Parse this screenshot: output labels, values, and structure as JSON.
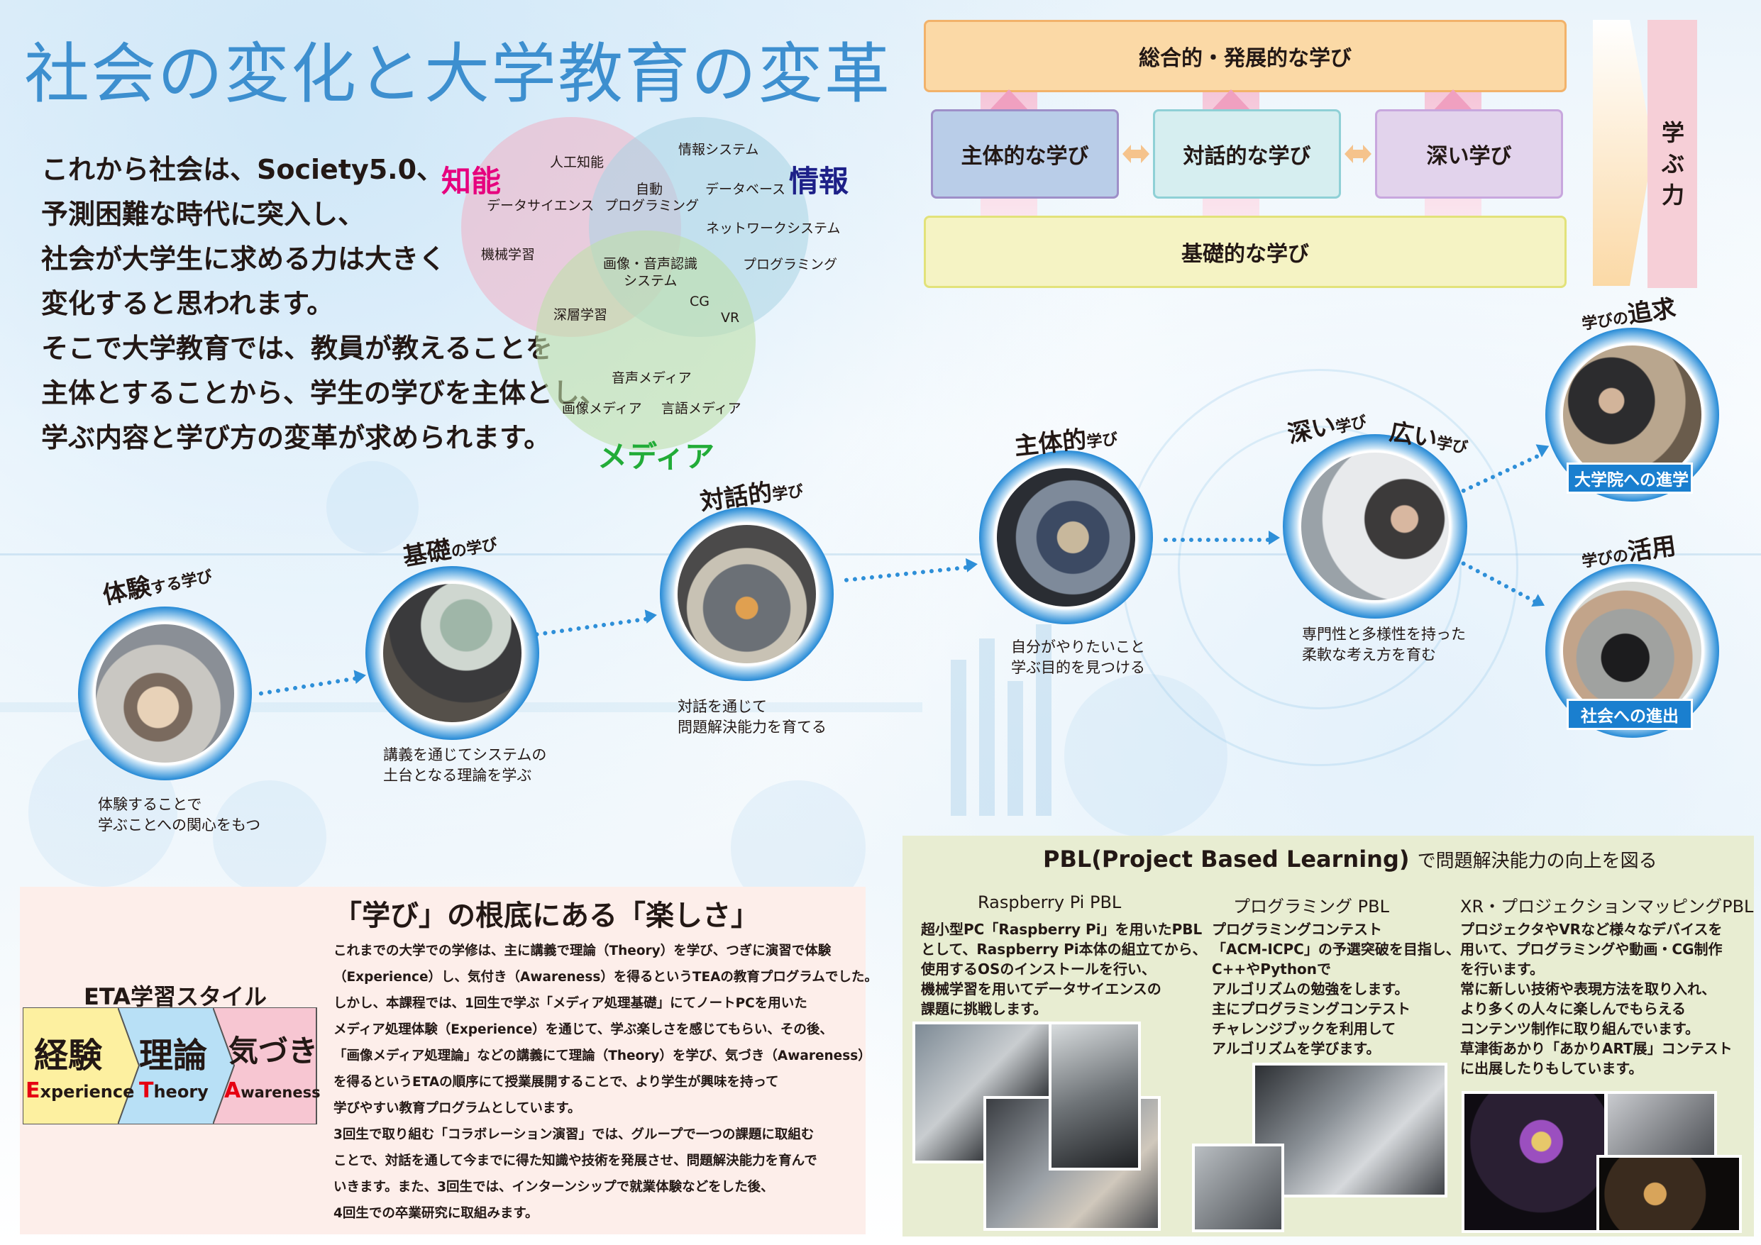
{
  "title": "社会の変化と大学教育の変革",
  "intro": [
    "これから社会は、Society5.0、",
    "予測困難な時代に突入し、",
    "社会が大学生に求める力は大きく",
    "変化すると思われます。",
    "そこで大学教育では、教員が教えることを",
    "主体とすることから、学生の学びを主体とし、",
    "学ぶ内容と学び方の変革が求められます。"
  ],
  "venn": {
    "titles": {
      "chino": "知能",
      "joho": "情報",
      "media": "メディア"
    },
    "items": {
      "jinko": "人工知能",
      "datasci": "データサイエンス",
      "kikai": "機械学習",
      "johosys": "情報システム",
      "db": "データベース",
      "network": "ネットワークシステム",
      "prog": "プログラミング",
      "auto1": "自動",
      "auto2": "プログラミング",
      "img1": "画像・音声認識",
      "img2": "システム",
      "shinso": "深層学習",
      "cg": "CG",
      "vr": "VR",
      "onsei": "音声メディア",
      "gazo": "画像メディア",
      "gengo": "言語メディア"
    },
    "colors": {
      "chino": "#e6007e",
      "joho": "#1d2088",
      "media": "#22ac38"
    }
  },
  "pyramid": {
    "top": "総合的・発展的な学び",
    "mid": [
      "主体的な学び",
      "対話的な学び",
      "深い学び"
    ],
    "bottom": "基礎的な学び",
    "side": [
      "学",
      "ぶ",
      "力"
    ]
  },
  "steps": {
    "s1": {
      "title_big": "体験",
      "title_small": "する学び",
      "desc": [
        "体験することで",
        "学ぶことへの関心をもつ"
      ]
    },
    "s2": {
      "title_big": "基礎",
      "title_small": "の学び",
      "desc": [
        "講義を通じてシステムの",
        "土台となる理論を学ぶ"
      ]
    },
    "s3": {
      "title_big": "対話的",
      "title_small": "学び",
      "desc": [
        "対話を通じて",
        "問題解決能力を育てる"
      ]
    },
    "s4": {
      "title_big": "主体的",
      "title_small": "学び",
      "desc": [
        "自分がやりたいこと",
        "学ぶ目的を見つける"
      ]
    },
    "s5": {
      "title_big1": "深い",
      "title_small1": "学び",
      "title_big2": "広い",
      "title_small2": "学び",
      "desc": [
        "専門性と多様性を持った",
        "柔軟な考え方を育む"
      ]
    },
    "s6": {
      "title_small": "学びの",
      "title_big": "追求",
      "badge": "大学院への進学"
    },
    "s7": {
      "title_small": "学びの",
      "title_big": "活用",
      "badge": "社会への進出"
    }
  },
  "eta": {
    "heading": "「学び」の根底にある「楽しさ」",
    "body": [
      "これまでの大学での学修は、主に講義で理論（Theory）を学び、つぎに演習で体験",
      "（Experience）し、気付き（Awareness）を得るというTEAの教育プログラムでした。",
      "しかし、本課程では、1回生で学ぶ「メディア処理基礎」にてノートPCを用いた",
      "メディア処理体験（Experience）を通じて、学ぶ楽しさを感じてもらい、その後、",
      "「画像メディア処理論」などの講義にて理論（Theory）を学び、気づき（Awareness）",
      "を得るというETAの順序にて授業展開することで、より学生が興味を持って",
      "学びやすい教育プログラムとしています。",
      "3回生で取り組む「コラボレーション演習」では、グループで一つの課題に取組む",
      "ことで、対話を通して今までに得た知識や技術を発展させ、問題解決能力を育んで",
      "いきます。また、3回生では、インターンシップで就業体験などをした後、",
      "4回生での卒業研究に取組みます。"
    ],
    "style_title": "ETA学習スタイル",
    "e": {
      "kanji": "経験",
      "first": "E",
      "rest": "xperience"
    },
    "t": {
      "kanji": "理論",
      "first": "T",
      "rest": "heory"
    },
    "a": {
      "kanji": "気づき",
      "first": "A",
      "rest": "wareness"
    }
  },
  "pbl": {
    "heading": "PBL(Project Based Learning)",
    "heading_sub": "で問題解決能力の向上を図る",
    "cols": [
      {
        "title": "Raspberry Pi PBL",
        "text": [
          "超小型PC「Raspberry Pi」を用いたPBL",
          "として、Raspberry Pi本体の組立てから、",
          "使用するOSのインストールを行い、",
          "機械学習を用いてデータサイエンスの",
          "課題に挑戦します。"
        ]
      },
      {
        "title": "プログラミング PBL",
        "text": [
          "プログラミングコンテスト",
          "「ACM-ICPC」の予選突破を目指し、",
          "C++やPythonで",
          "アルゴリズムの勉強をします。",
          "主にプログラミングコンテスト",
          "チャレンジブックを利用して",
          "アルゴリズムを学びます。"
        ]
      },
      {
        "title": "XR・プロジェクションマッピングPBL",
        "text": [
          "プロジェクタやVRなど様々なデバイスを",
          "用いて、プログラミングや動画・CG制作",
          "を行います。",
          "常に新しい技術や表現方法を取り入れ、",
          "より多くの人々に楽しんでもらえる",
          "コンテンツ制作に取り組んでいます。",
          "草津街あかり「あかりART展」コンテスト",
          "に出展したりもしています。"
        ]
      }
    ]
  }
}
